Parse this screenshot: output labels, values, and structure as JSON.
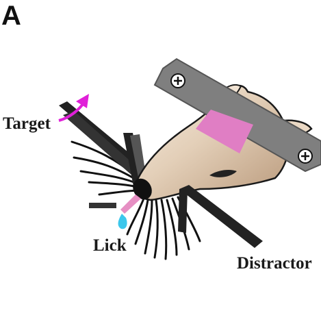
{
  "panel_letter": "A",
  "labels": {
    "target": "Target",
    "lick": "Lick",
    "distractor": "Distractor"
  },
  "colors": {
    "text": "#1a1a1a",
    "headplate": "#7f7f7f",
    "headplate_edge": "#555555",
    "fur_light": "#f7ecdf",
    "fur_dark": "#b9997b",
    "nose": "#111111",
    "eye": "#222222",
    "patch": "#e07ec4",
    "tongue": "#e68fc3",
    "arrow": "#e020d8",
    "drop": "#3cc7ec",
    "whisker": "#111111",
    "rod": "#222222",
    "rod_tip": "#555555"
  },
  "icons": {
    "plus_screw": "plus-screw-icon",
    "arrow": "curved-arrow-icon",
    "drop": "water-drop-icon"
  }
}
